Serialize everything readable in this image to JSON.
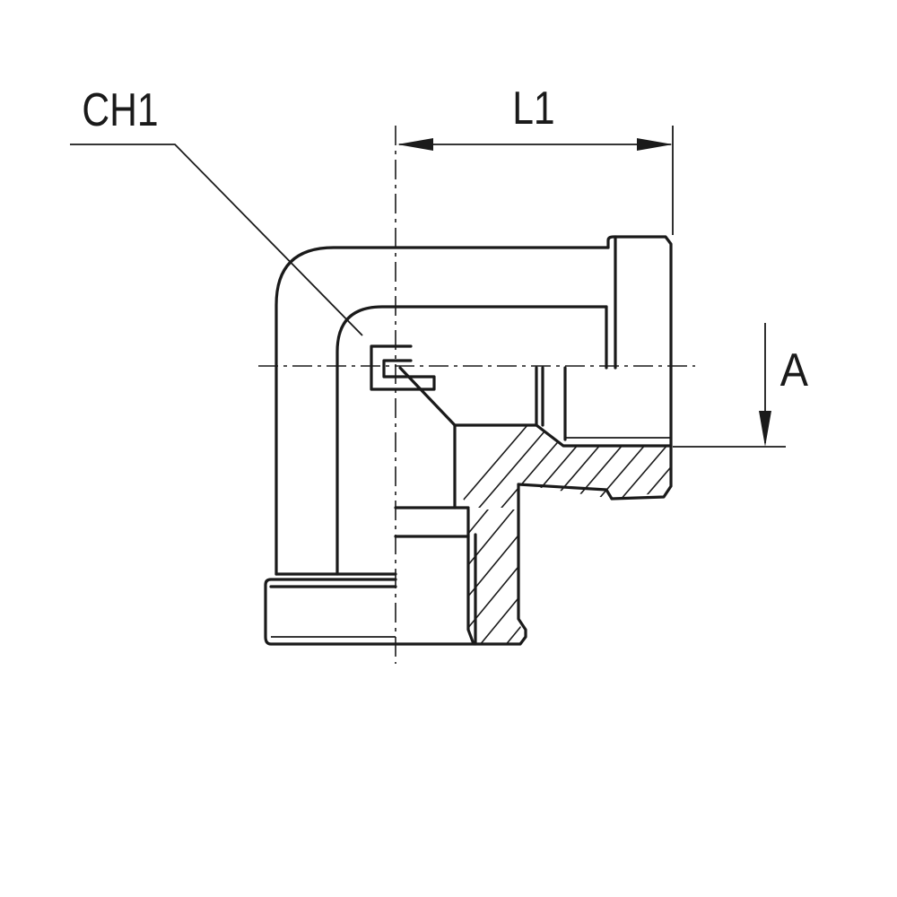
{
  "drawing": {
    "labels": {
      "ch1": "CH1",
      "l1": "L1",
      "a": "A"
    }
  }
}
